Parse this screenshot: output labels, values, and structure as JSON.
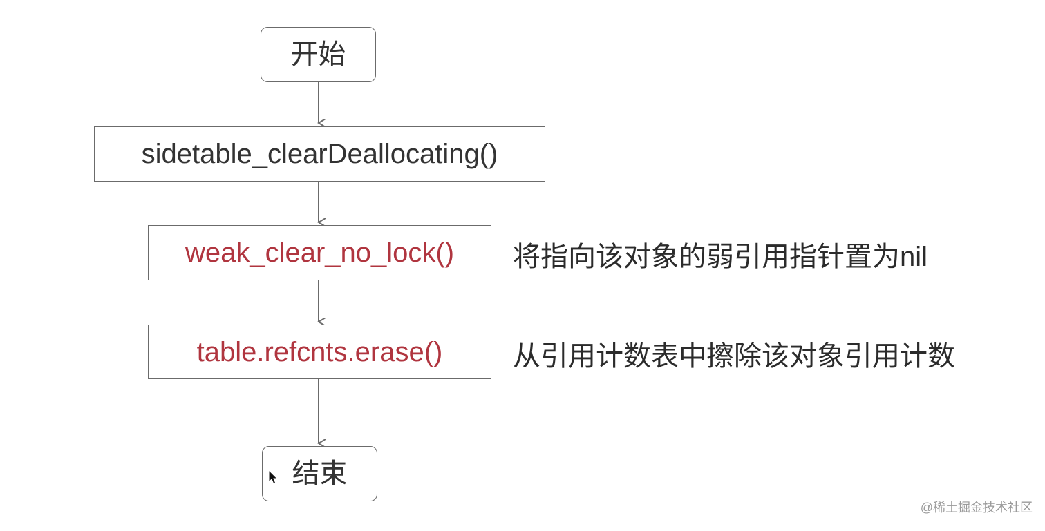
{
  "diagram": {
    "nodes": {
      "start": "开始",
      "sidetable_clear": "sidetable_clearDeallocating()",
      "weak_clear": "weak_clear_no_lock()",
      "table_erase": "table.refcnts.erase()",
      "end": "结束"
    },
    "notes": {
      "weak_clear": "将指向该对象的弱引用指针置为nil",
      "table_erase": "从引用计数表中擦除该对象引用计数"
    }
  },
  "watermark": "@稀土掘金技术社区",
  "colors": {
    "border": "#6b6b6b",
    "text": "#333333",
    "highlight_text": "#b0353f",
    "arrow": "#6b6b6b"
  }
}
